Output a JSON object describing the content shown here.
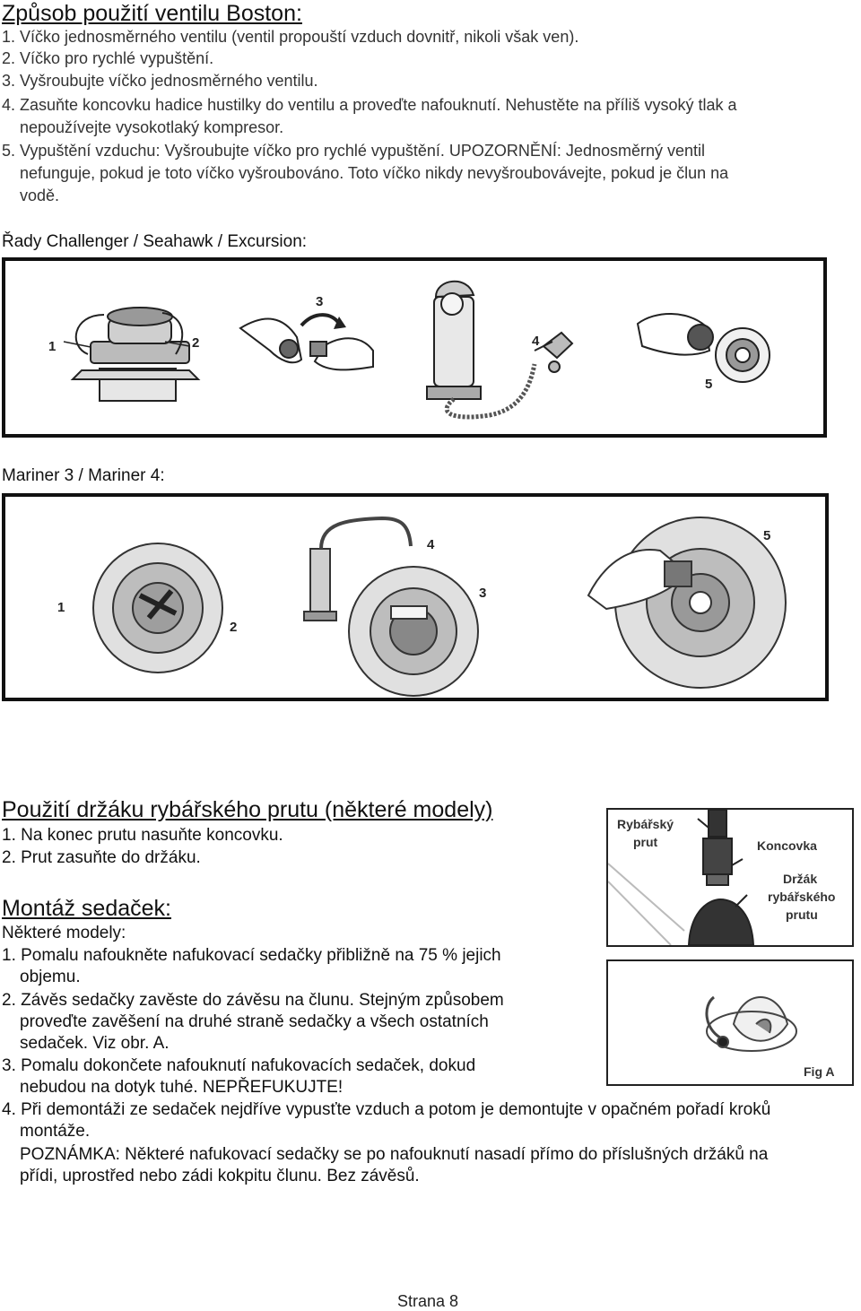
{
  "boston": {
    "title": "Způsob použití ventilu Boston:",
    "lines": [
      "1. Víčko jednosměrného ventilu (ventil propouští vzduch dovnitř, nikoli však ven).",
      "2. Víčko pro rychlé vypuštění.",
      "3. Vyšroubujte víčko jednosměrného ventilu.",
      "4. Zasuňte koncovku hadice hustilky do ventilu a proveďte nafouknutí. Nehustěte na příliš vysoký tlak a",
      "nepoužívejte vysokotlaký kompresor.",
      "5. Vypuštění vzduchu: Vyšroubujte víčko pro rychlé vypuštění. UPOZORNĚNÍ: Jednosměrný ventil",
      "nefunguje, pokud je toto víčko vyšroubováno. Toto víčko nikdy nevyšroubovávejte, pokud je člun na",
      "vodě."
    ]
  },
  "challenger": {
    "heading": "Řady Challenger / Seahawk / Excursion:",
    "labels": [
      "1",
      "2",
      "3",
      "4",
      "5"
    ]
  },
  "mariner": {
    "heading": "Mariner 3 / Mariner 4:",
    "labels": [
      "1",
      "2",
      "3",
      "4",
      "5"
    ]
  },
  "rod": {
    "title": "Použití držáku rybářského prutu (některé modely)",
    "lines": [
      "1. Na konec prutu nasuňte koncovku.",
      "2. Prut zasuňte do držáku."
    ],
    "figure": {
      "label_rod": [
        "Rybářský",
        "prut"
      ],
      "label_tip": "Koncovka",
      "label_holder": [
        "Držák",
        "rybářského",
        "prutu"
      ]
    }
  },
  "seats": {
    "title": "Montáž sedaček:",
    "subtitle": "Některé modely:",
    "lines": [
      "1. Pomalu nafoukněte nafukovací sedačky přibližně na 75 % jejich",
      "objemu.",
      "2. Závěs sedačky zavěste do závěsu na člunu. Stejným způsobem",
      "proveďte zavěšení na druhé straně sedačky a všech ostatních",
      "sedaček. Viz obr. A.",
      "3. Pomalu dokončete nafouknutí nafukovacích sedaček, dokud",
      "nebudou na dotyk tuhé. NEPŘEFUKUJTE!",
      "4. Při demontáži ze sedaček nejdříve vypusťte vzduch a potom je demontujte v opačném pořadí kroků",
      "montáže.",
      "POZNÁMKA: Některé nafukovací sedačky se po nafouknutí nasadí přímo do příslušných držáků na",
      "přídi, uprostřed nebo zádi kokpitu člunu. Bez závěsů."
    ],
    "figure": {
      "label": "Fig A"
    }
  },
  "footer": {
    "page": "Strana 8"
  }
}
